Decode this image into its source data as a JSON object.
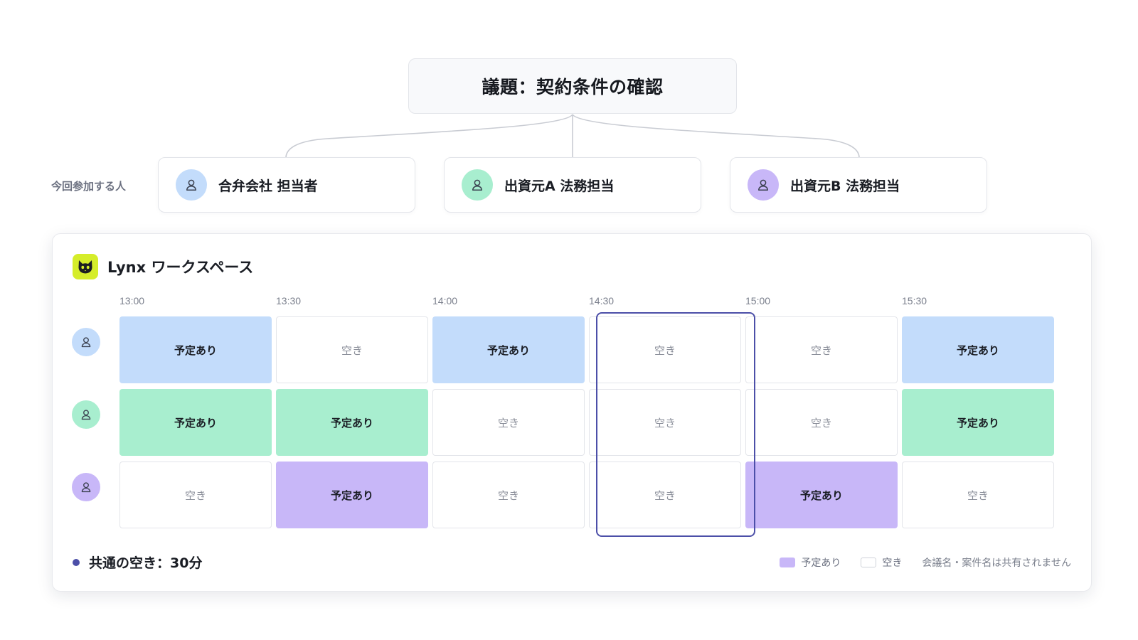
{
  "agenda": {
    "title": "議題：契約条件の確認"
  },
  "participants": {
    "label": "今回参加する人",
    "items": [
      {
        "name": "合弁会社 担当者",
        "color": "#c3dcfb"
      },
      {
        "name": "出資元A 法務担当",
        "color": "#a8eecf"
      },
      {
        "name": "出資元B 法務担当",
        "color": "#c8b7f8"
      }
    ]
  },
  "workspace": {
    "title": "Lynx ワークスペース",
    "logo_icon": "lynx-cat-icon",
    "accent": "#4c4fa8"
  },
  "schedule": {
    "times": [
      "13:00",
      "13:30",
      "14:00",
      "14:30",
      "15:00",
      "15:30"
    ],
    "busy_label": "予定あり",
    "free_label": "空き",
    "rows": [
      {
        "color": "#c3dcfb",
        "slots": [
          "予定あり",
          "空き",
          "予定あり",
          "空き",
          "空き",
          "予定あり"
        ]
      },
      {
        "color": "#a8eecf",
        "slots": [
          "予定あり",
          "予定あり",
          "空き",
          "空き",
          "空き",
          "予定あり"
        ]
      },
      {
        "color": "#c8b7f8",
        "slots": [
          "空き",
          "予定あり",
          "空き",
          "空き",
          "予定あり",
          "空き"
        ]
      }
    ],
    "highlighted_time": "14:30"
  },
  "footer": {
    "common_free": "共通の空き：30分",
    "legend_busy": "予定あり",
    "legend_free": "空き",
    "privacy_note": "会議名・案件名は共有されません"
  }
}
